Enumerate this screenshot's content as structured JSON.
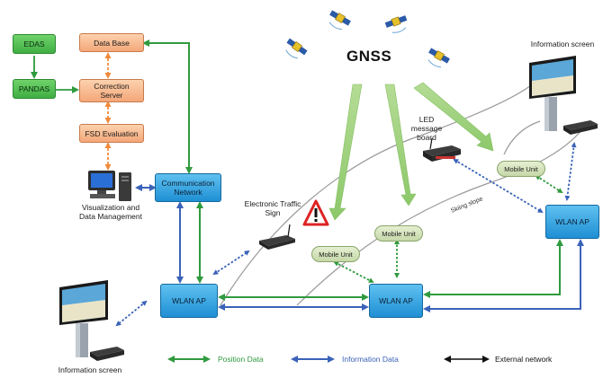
{
  "gnss_label": "GNSS",
  "boxes": {
    "edas": "EDAS",
    "pandas": "PANDAS",
    "database": "Data Base",
    "correction_server": "Correction Server",
    "fsd_evaluation": "FSD Evaluation",
    "communication_network": "Communication Network",
    "wlan_ap_left": "WLAN AP",
    "wlan_ap_center": "WLAN AP",
    "wlan_ap_right": "WLAN AP"
  },
  "mobile_units": [
    "Mobile Unit",
    "Mobile Unit",
    "Mobile Unit"
  ],
  "labels": {
    "visualization": "Visualization and Data Management",
    "electronic_sign": "Electronic Traffic Sign",
    "led_board": "LED message board",
    "info_screen_top": "Information screen",
    "info_screen_bottom": "Information screen",
    "skiing_slope": "Skiing slope"
  },
  "legend": {
    "position": "Position Data",
    "information": "Information Data",
    "external": "External network"
  },
  "colors": {
    "position_arrow": "#2f9a3e",
    "information_arrow": "#3a62b8",
    "external_arrow": "#111111",
    "satellite_beam": "#9fd27d",
    "slope_line": "#9a9a9a"
  },
  "icons": [
    "satellite-icon",
    "computer-icon",
    "router-icon",
    "warning-sign-icon",
    "monitor-kiosk-icon"
  ]
}
